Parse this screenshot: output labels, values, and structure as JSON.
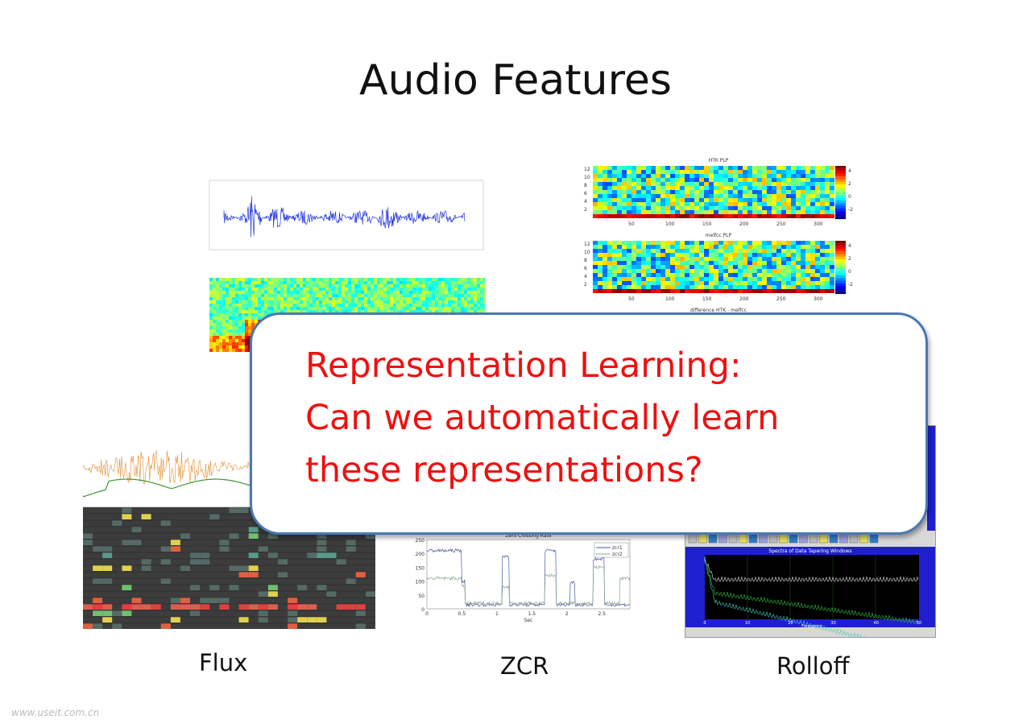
{
  "slide": {
    "title": "Audio Features",
    "callout": {
      "lines": [
        "Representation Learning:",
        "Can we automatically learn",
        "these representations?"
      ]
    },
    "labels": {
      "flux": "Flux",
      "zcr": "ZCR",
      "rolloff": "Rolloff"
    },
    "watermark": "www.useit.com.cn"
  },
  "figures": {
    "plp": {
      "titles": [
        "HTK PLP",
        "melfcc PLP",
        "difference HTK - melfcc"
      ],
      "x_ticks": [
        "50",
        "100",
        "150",
        "200",
        "250",
        "300"
      ],
      "y_ticks": [
        "12",
        "10",
        "8",
        "6",
        "4",
        "2"
      ],
      "colorbar_ticks": [
        "4",
        "2",
        "0",
        "-2"
      ]
    },
    "zcr": {
      "title": "Zero Crossing Rate",
      "xlabel": "Sec",
      "legend": [
        "zcr1",
        "zcr2"
      ],
      "x_ticks": [
        "0",
        "0.5",
        "1",
        "1.5",
        "2",
        "2.5"
      ],
      "y_ticks": [
        "250",
        "200",
        "150",
        "100",
        "50",
        "0"
      ]
    },
    "rolloff": {
      "title": "Spectra of Data Tapering Windows",
      "xlabel": "Frequency",
      "x_ticks": [
        "0",
        "10",
        "20",
        "30",
        "40",
        "50"
      ]
    }
  },
  "colors": {
    "callout_border": "#4a78b5",
    "callout_text": "#ee1111"
  }
}
